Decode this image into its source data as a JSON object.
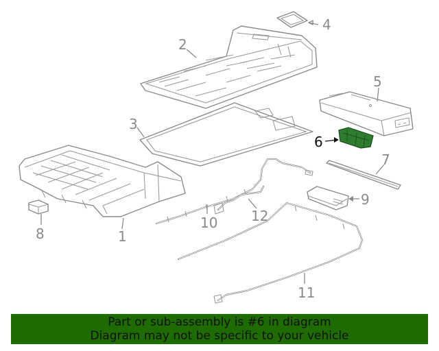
{
  "diagram": {
    "callouts": [
      {
        "id": "1",
        "label": "1"
      },
      {
        "id": "2",
        "label": "2"
      },
      {
        "id": "3",
        "label": "3"
      },
      {
        "id": "4",
        "label": "4"
      },
      {
        "id": "5",
        "label": "5"
      },
      {
        "id": "6",
        "label": "6"
      },
      {
        "id": "7",
        "label": "7"
      },
      {
        "id": "8",
        "label": "8"
      },
      {
        "id": "9",
        "label": "9"
      },
      {
        "id": "10",
        "label": "10"
      },
      {
        "id": "11",
        "label": "11"
      },
      {
        "id": "12",
        "label": "12"
      }
    ],
    "highlighted_part": "6",
    "colors": {
      "highlight": "#2e7d2e",
      "banner": "#1e6b00",
      "line": "#8a8a8a"
    }
  },
  "banner": {
    "line1": "Part or sub-assembly is #6 in diagram",
    "line2": "Diagram may not be specific to your vehicle"
  }
}
